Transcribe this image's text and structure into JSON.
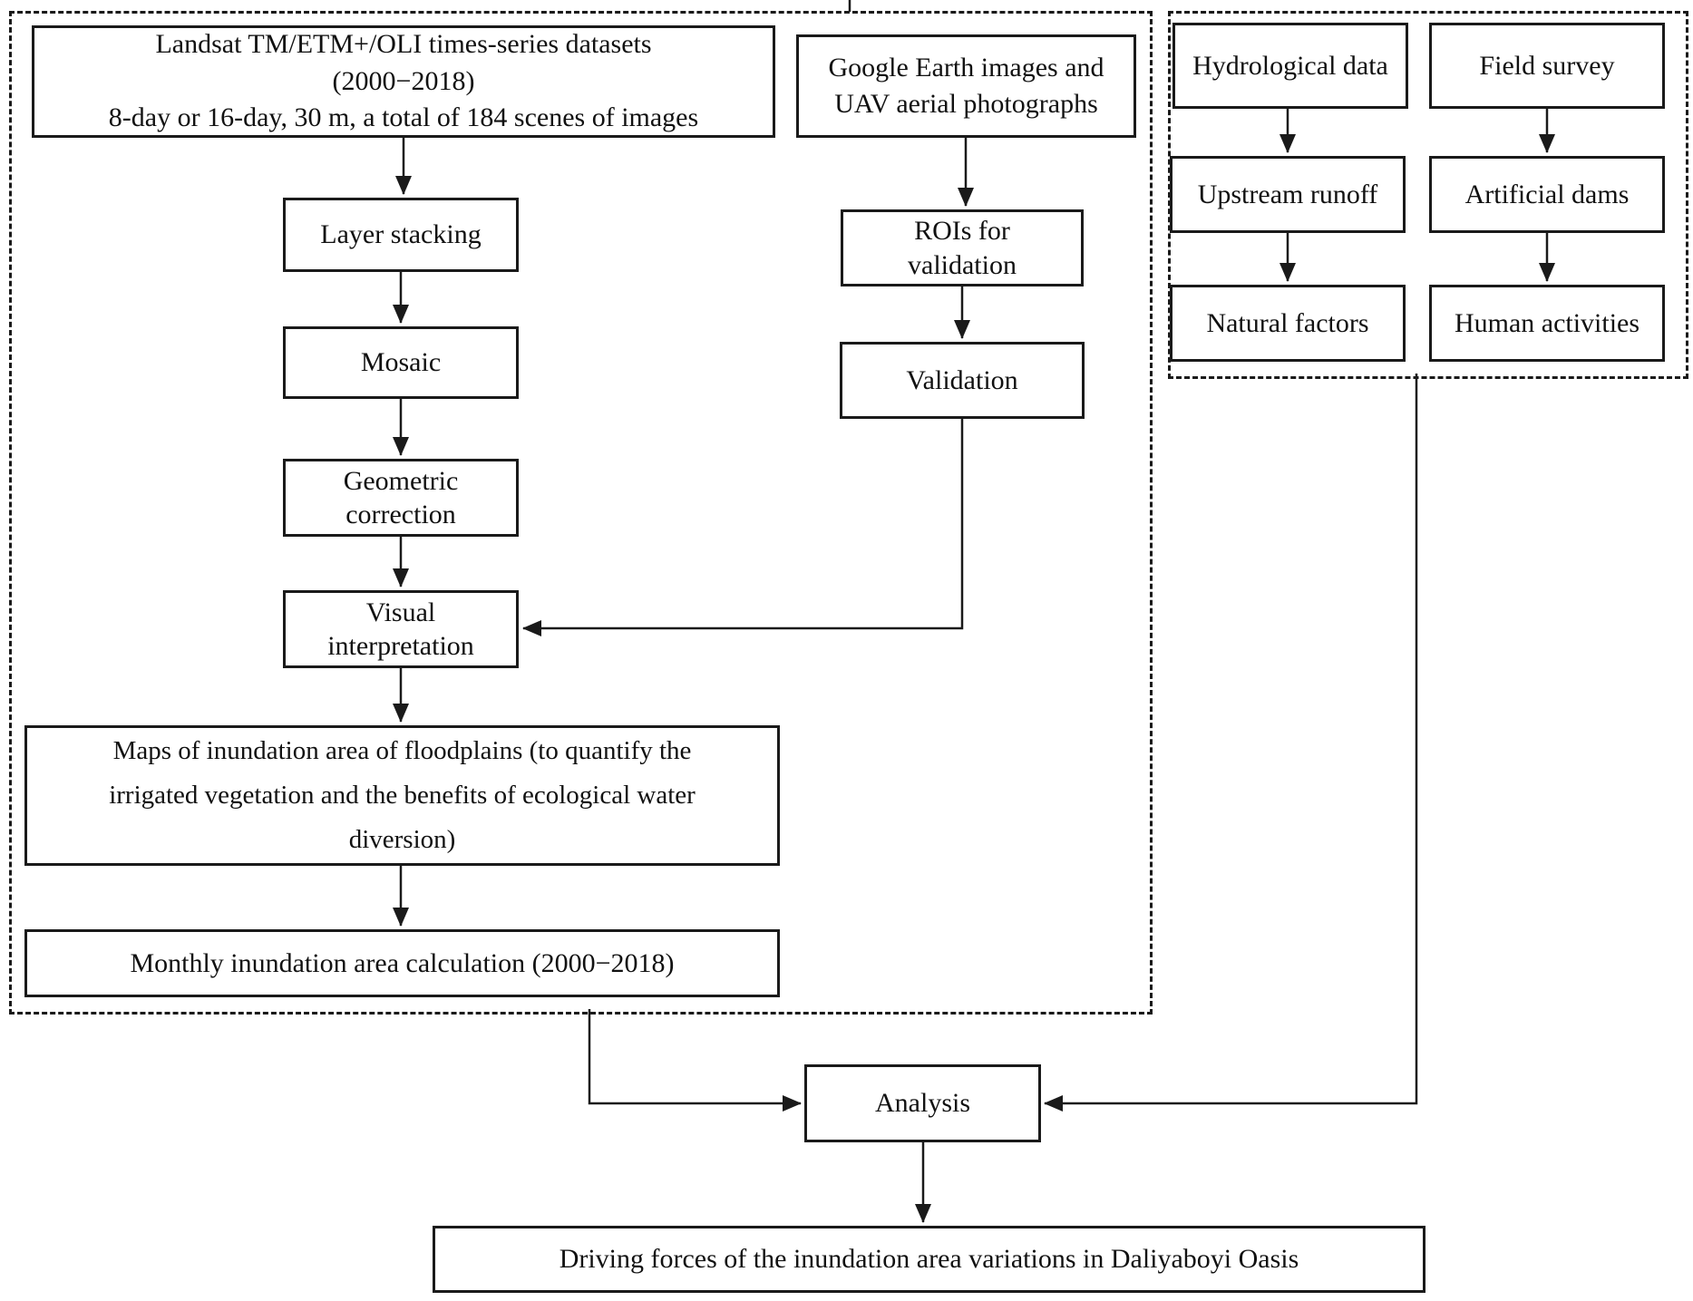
{
  "colors": {
    "line": "#1a1a1a",
    "box_background": "#ffffff",
    "page_background": "#ffffff"
  },
  "nodes": {
    "landsat": {
      "lines": [
        "Landsat TM/ETM+/OLI times-series datasets",
        "(2000−2018)",
        "8-day or 16-day, 30 m, a total of 184 scenes of images"
      ]
    },
    "google_earth": {
      "lines": [
        "Google Earth images and",
        "UAV aerial photographs"
      ]
    },
    "layer_stacking": {
      "label": "Layer stacking"
    },
    "mosaic": {
      "label": "Mosaic"
    },
    "geometric_correction": {
      "lines": [
        "Geometric",
        "correction"
      ]
    },
    "visual_interpretation": {
      "lines": [
        "Visual",
        "interpretation"
      ]
    },
    "maps": {
      "lines": [
        "Maps of inundation area of floodplains (to quantify the",
        "irrigated vegetation and the benefits of ecological water",
        "diversion)"
      ]
    },
    "monthly": {
      "label": "Monthly inundation area calculation (2000−2018)"
    },
    "rois": {
      "lines": [
        "ROIs for",
        "validation"
      ]
    },
    "validation": {
      "label": "Validation"
    },
    "hydrological_data": {
      "label": "Hydrological data"
    },
    "field_survey": {
      "label": "Field survey"
    },
    "upstream_runoff": {
      "label": "Upstream runoff"
    },
    "artificial_dams": {
      "label": "Artificial dams"
    },
    "natural_factors": {
      "label": "Natural factors"
    },
    "human_activities": {
      "label": "Human activities"
    },
    "analysis": {
      "label": "Analysis"
    },
    "driving_forces": {
      "label": "Driving forces of the inundation area variations in Daliyaboyi Oasis"
    }
  }
}
